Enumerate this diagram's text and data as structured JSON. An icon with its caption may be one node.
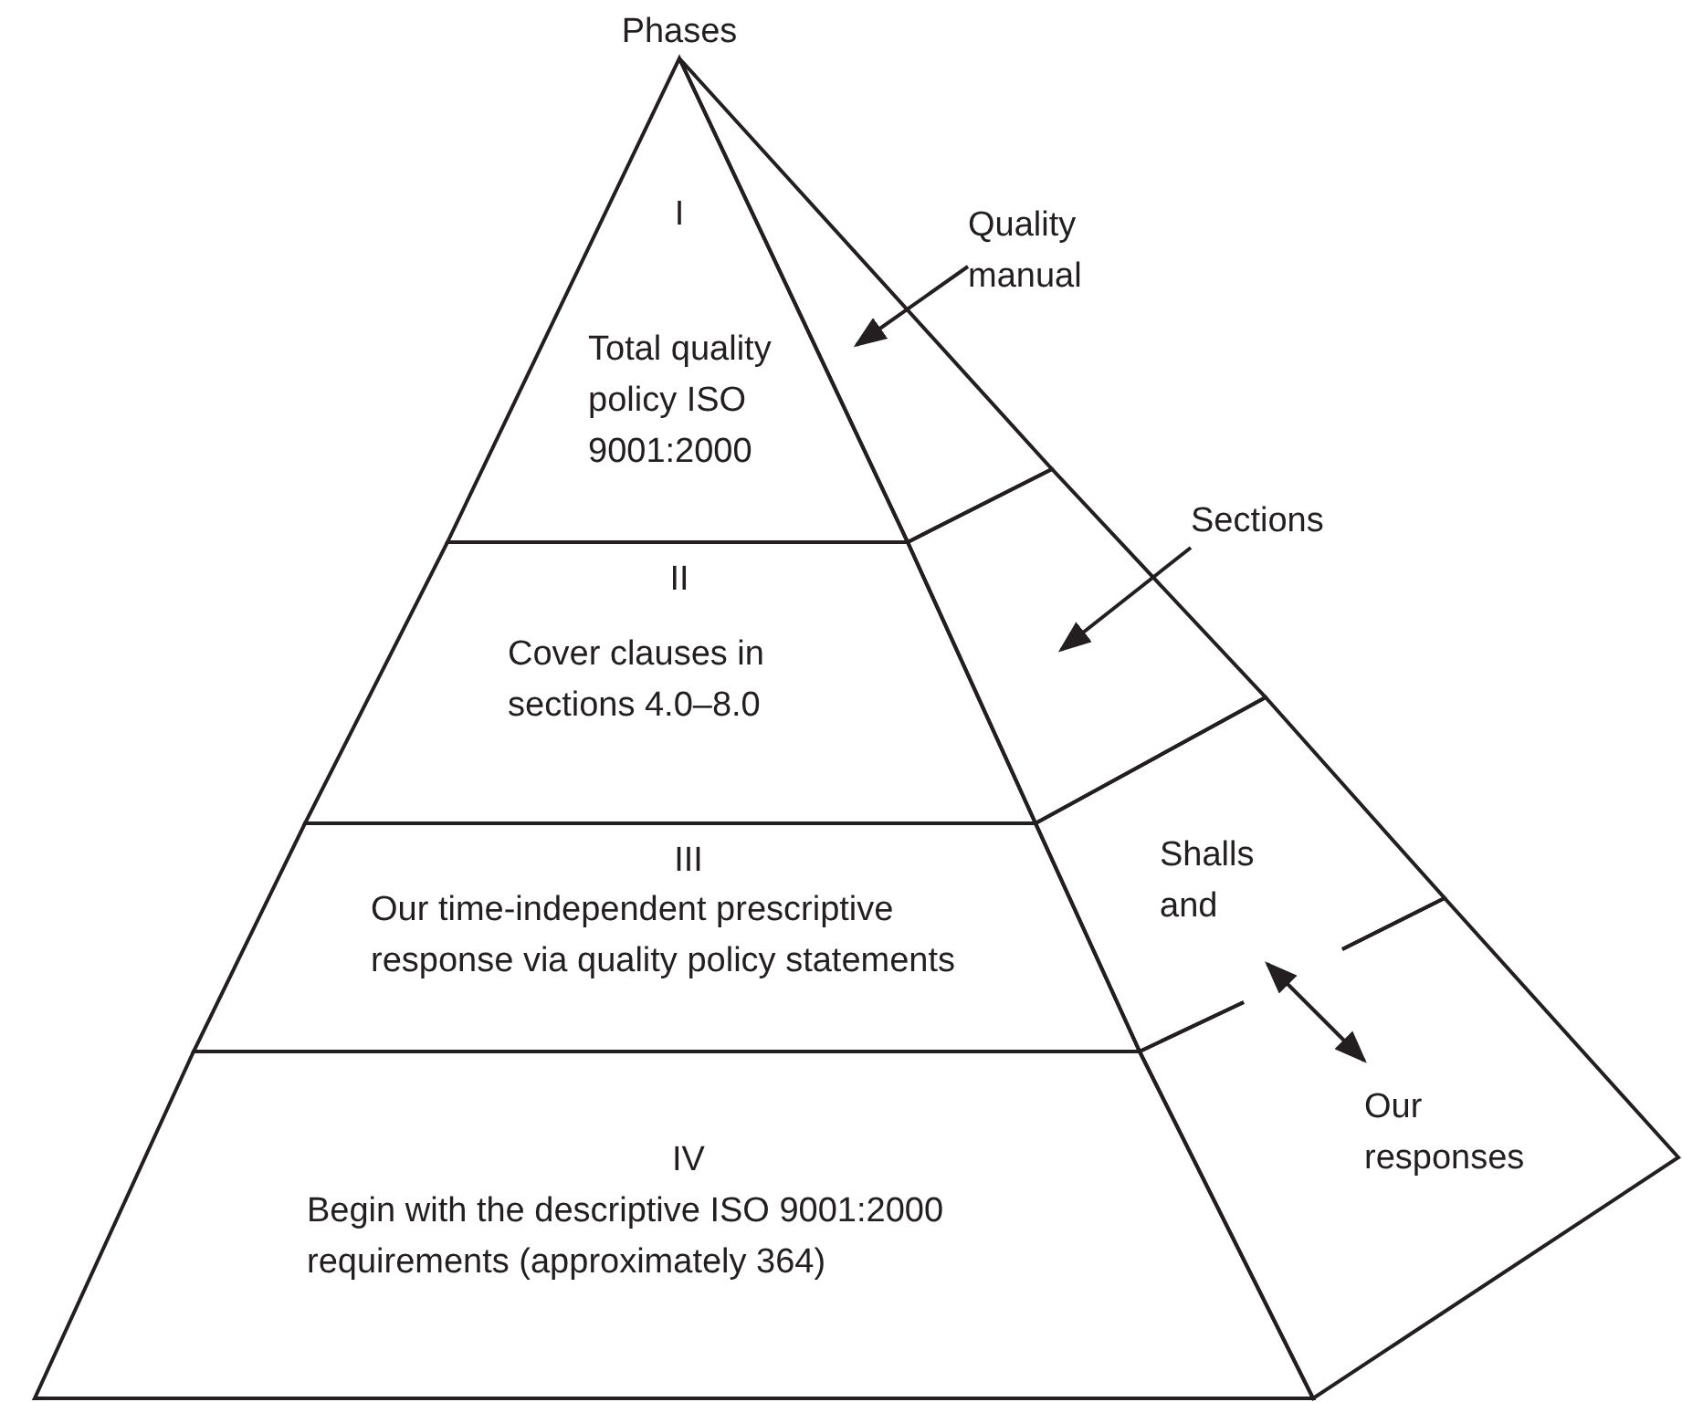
{
  "diagram": {
    "nodes": [
      {
        "text": [
          "I",
          "Total quality policy ISO 9001:2000"
        ]
      },
      {
        "text": [
          "II",
          "Cover clauses in sections 4.0–8.0"
        ]
      },
      {
        "text": [
          "III",
          "Our time-independent prescriptive response via quality policy statements"
        ]
      },
      {
        "text": [
          "IV",
          "Begin with the descriptive ISO 9001:2000 requirements (approximately 364)"
        ]
      },
      {
        "text": [],
        "shape": "box"
      },
      {
        "text": [],
        "shape": "box"
      },
      {
        "text": [
          "Shalls and"
        ]
      },
      {
        "text": [
          "Our responses"
        ]
      },
      {
        "text": [
          "Quality manual"
        ]
      },
      {
        "text": [
          "Sections"
        ]
      }
    ],
    "edges": [
      {
        "from": 8,
        "to": 4,
        "arrow": "to"
      },
      {
        "from": 9,
        "to": 5,
        "arrow": "to"
      },
      {
        "from": 6,
        "to": 7,
        "arrow": "both"
      }
    ],
    "labels": [
      "Phases"
    ]
  }
}
